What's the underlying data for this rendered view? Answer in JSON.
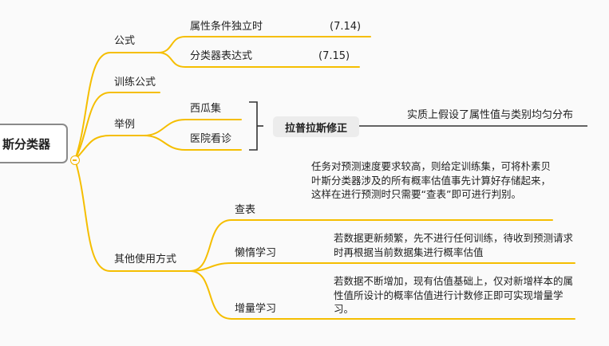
{
  "root": {
    "label": "斯分类器"
  },
  "branches": {
    "formula": {
      "label": "公式",
      "children": [
        {
          "label": "属性条件独立时",
          "eq": "(7.14)"
        },
        {
          "label": "分类器表达式",
          "eq": "(7.15)"
        }
      ]
    },
    "training": {
      "label": "训练公式"
    },
    "example": {
      "label": "举例",
      "children": [
        {
          "label": "西瓜集"
        },
        {
          "label": "医院看诊"
        }
      ],
      "summary": {
        "label": "拉普拉斯修正",
        "note": "实质上假设了属性值与类别均匀分布"
      }
    },
    "usage": {
      "label": "其他使用方式",
      "children": [
        {
          "label": "查表",
          "note": "任务对预测速度要求较高，则给定训练集，可将朴素贝叶斯分类器涉及的所有概率估值事先计算好存储起来，这样在进行预测时只需要“查表”即可进行判别。"
        },
        {
          "label": "懒惰学习",
          "note": "若数据更新频繁，先不进行任何训练，待收到预测请求时再根据当前数据集进行概率估值"
        },
        {
          "label": "增量学习",
          "note": "若数据不断增加，现有估值基础上，仅对新增样本的属性值所设计的概率估值进行计数修正即可实现增量学习。"
        }
      ]
    }
  },
  "colors": {
    "branch": "#f5be00",
    "summary_line": "#333333",
    "root_border": "#8a8a8a"
  }
}
